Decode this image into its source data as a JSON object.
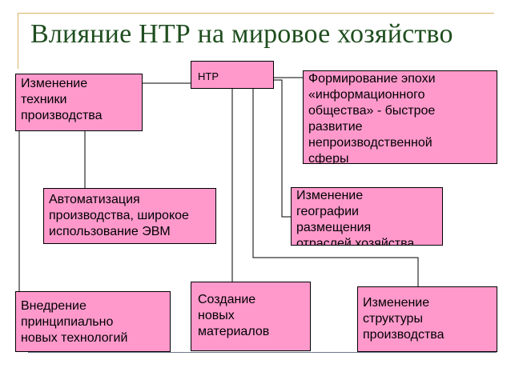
{
  "slide": {
    "title": "Влияние НТР на мировое хозяйство"
  },
  "diagram": {
    "root": "НТР",
    "tech_change": "Изменение\nтехники\nпроизводства",
    "info_society": "Формирование эпохи\n«информационного\nобщества» - быстрое\nразвитие\nнепроизводственной\nсферы",
    "automation": "Автоматизация\nпроизводства, широкое\nиспользование ЭВМ",
    "geography": "Изменение\nгеографии\nразмещения\nотраслей хозяйства",
    "new_tech": "Внедрение\nпринципиально\nновых технологий",
    "materials": "Создание\nновых\nматериалов",
    "structure": "Изменение\nструктуры\nпроизводства"
  },
  "colors": {
    "box_fill": "#ff99cc",
    "title_color": "#1f4e1f",
    "accent": "#d9b36a"
  }
}
